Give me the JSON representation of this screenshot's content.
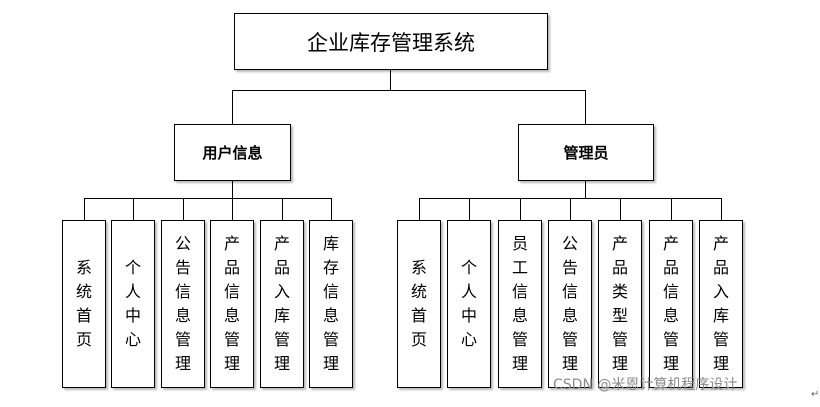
{
  "root": {
    "label": "企业库存管理系统"
  },
  "branches": [
    {
      "label": "用户信息",
      "children": [
        "系统首页",
        "个人中心",
        "公告信息管理",
        "产品信息管理",
        "产品入库管理",
        "库存信息管理"
      ]
    },
    {
      "label": "管理员",
      "children": [
        "系统首页",
        "个人中心",
        "员工信息管理",
        "公告信息管理",
        "产品类型管理",
        "产品信息管理",
        "产品入库管理"
      ]
    }
  ],
  "watermark": "CSDN @米恩计算机程序设计",
  "return_mark": "↵"
}
